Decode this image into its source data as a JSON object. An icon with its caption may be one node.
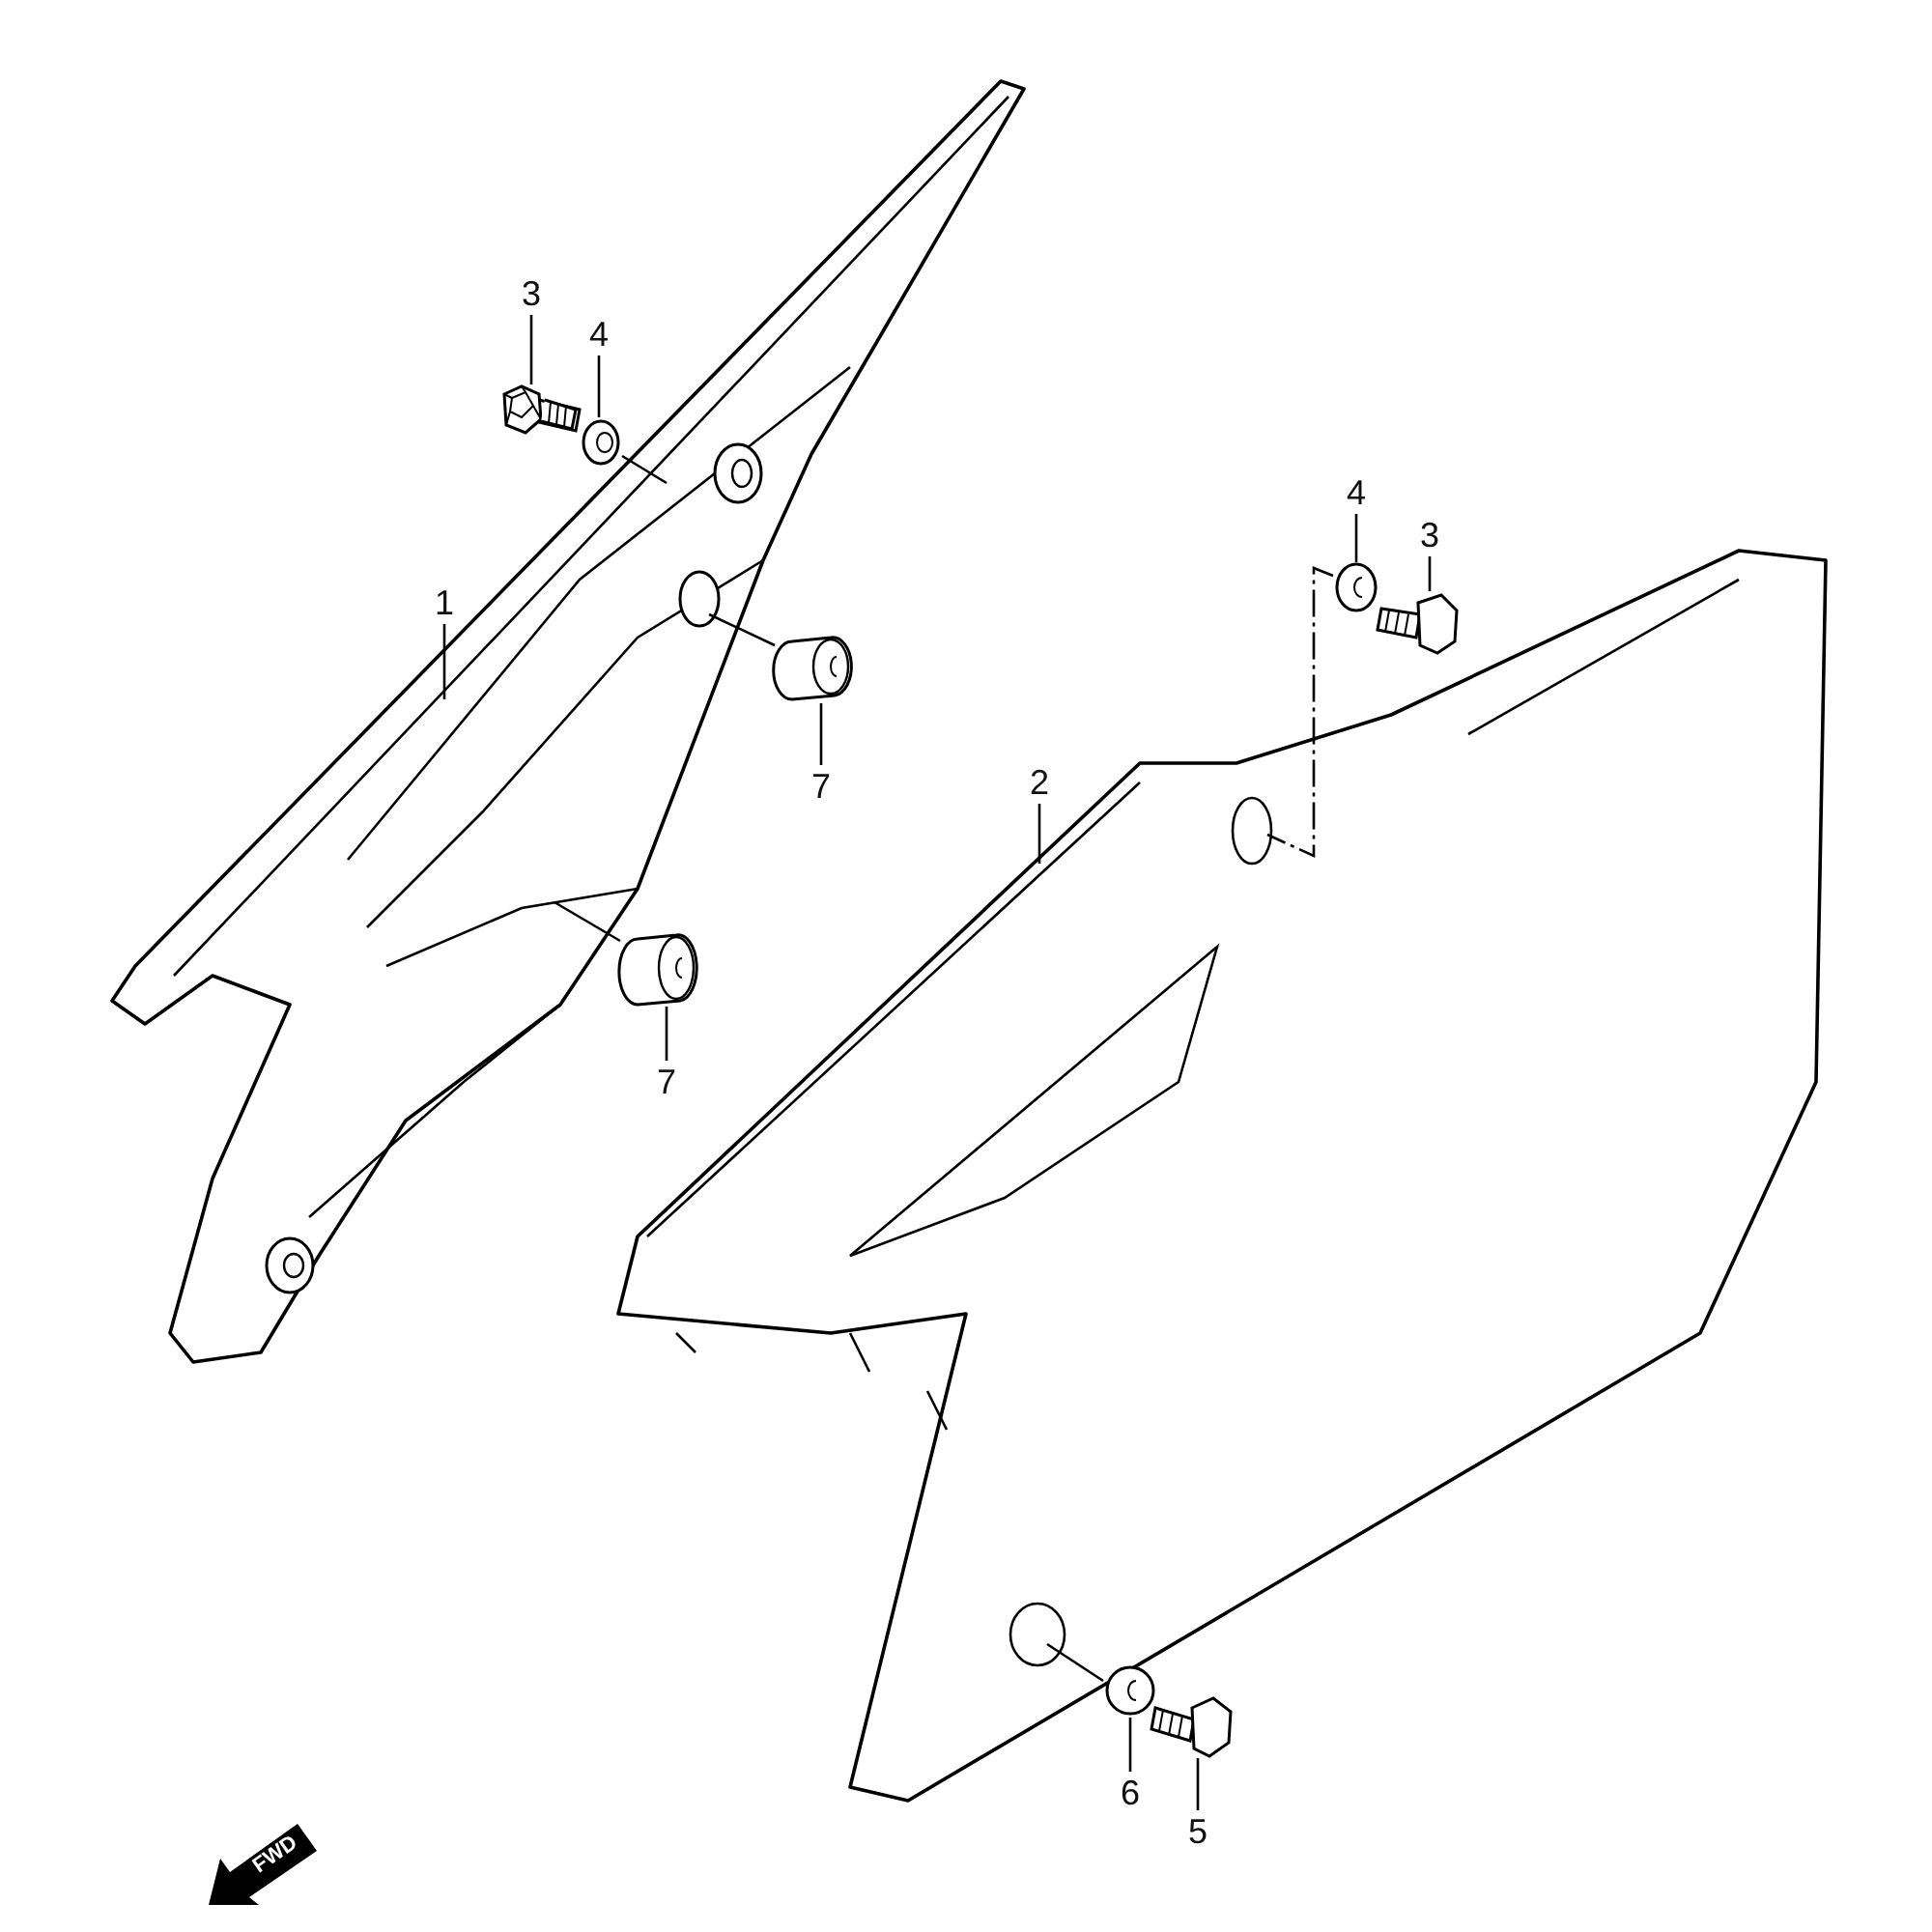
{
  "diagram": {
    "nodes": [
      {
        "text": [
          "3"
        ]
      },
      {
        "text": [
          "4"
        ]
      },
      {
        "text": [
          "4"
        ]
      },
      {
        "text": [
          "3"
        ]
      },
      {
        "text": [
          "1"
        ]
      },
      {
        "text": [
          "7"
        ]
      },
      {
        "text": [
          "2"
        ]
      },
      {
        "text": [
          "7"
        ]
      },
      {
        "text": [
          "6"
        ]
      },
      {
        "text": [
          "5"
        ]
      },
      {
        "text": [],
        "shape": "picture"
      },
      {
        "text": [],
        "shape": "picture"
      },
      {
        "text": [],
        "shape": "picture"
      },
      {
        "text": [],
        "shape": "picture"
      },
      {
        "text": [],
        "shape": "picture"
      },
      {
        "text": [],
        "shape": "picture"
      },
      {
        "text": [],
        "shape": "picture"
      },
      {
        "text": [],
        "shape": "picture"
      },
      {
        "text": [],
        "shape": "picture"
      },
      {
        "text": [],
        "shape": "picture"
      }
    ],
    "edges": [
      {
        "from": 0,
        "to": 10,
        "arrow": "none"
      },
      {
        "from": 1,
        "to": 11,
        "arrow": "none"
      },
      {
        "from": 2,
        "to": 12,
        "arrow": "none"
      },
      {
        "from": 3,
        "to": 13,
        "arrow": "none"
      },
      {
        "from": 4,
        "to": 14,
        "arrow": "none"
      },
      {
        "from": 5,
        "to": 15,
        "arrow": "none"
      },
      {
        "from": 6,
        "to": 16,
        "arrow": "none"
      },
      {
        "from": 7,
        "to": 17,
        "arrow": "none"
      },
      {
        "from": 8,
        "to": 18,
        "arrow": "none"
      },
      {
        "from": 9,
        "to": 19,
        "arrow": "none"
      },
      {
        "from": 11,
        "to": 14,
        "arrow": "none"
      },
      {
        "from": 15,
        "to": 14,
        "arrow": "none"
      },
      {
        "from": 17,
        "to": 14,
        "arrow": "none"
      },
      {
        "from": 12,
        "to": 16,
        "arrow": "none",
        "style": "dashed"
      },
      {
        "from": 18,
        "to": 16,
        "arrow": "none"
      }
    ],
    "labels": [
      "FWD"
    ]
  }
}
